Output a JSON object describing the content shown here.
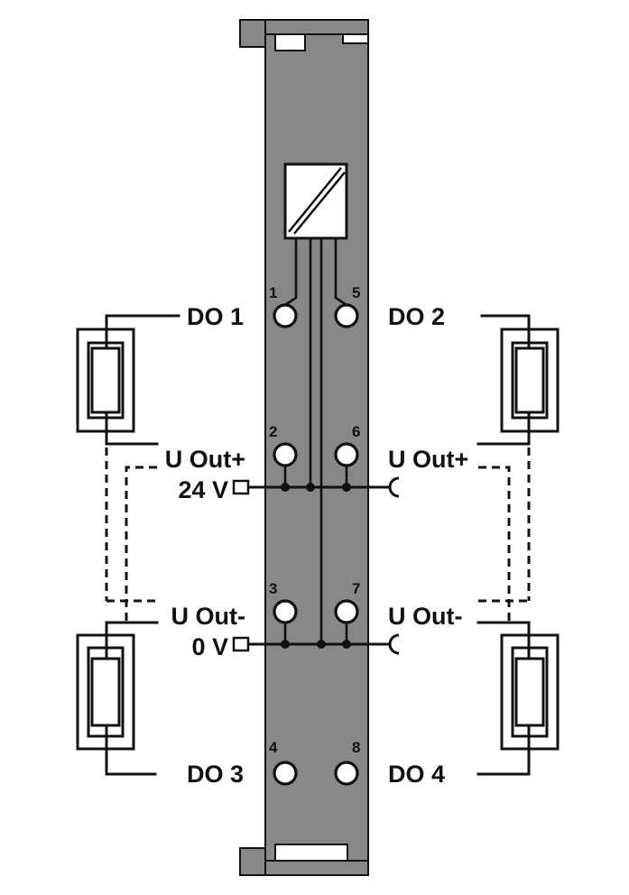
{
  "module": {
    "body_color": "#888888",
    "line_color": "#111111"
  },
  "channels": {
    "do1": "DO 1",
    "do2": "DO 2",
    "do3": "DO 3",
    "do4": "DO 4"
  },
  "supply": {
    "u_out_plus_left": "U Out+",
    "u_out_plus_right": "U Out+",
    "u_out_minus_left": "U Out-",
    "u_out_minus_right": "U Out-",
    "v24": "24 V",
    "v0": "0 V"
  },
  "terminals": {
    "t1": "1",
    "t2": "2",
    "t3": "3",
    "t4": "4",
    "t5": "5",
    "t6": "6",
    "t7": "7",
    "t8": "8"
  }
}
